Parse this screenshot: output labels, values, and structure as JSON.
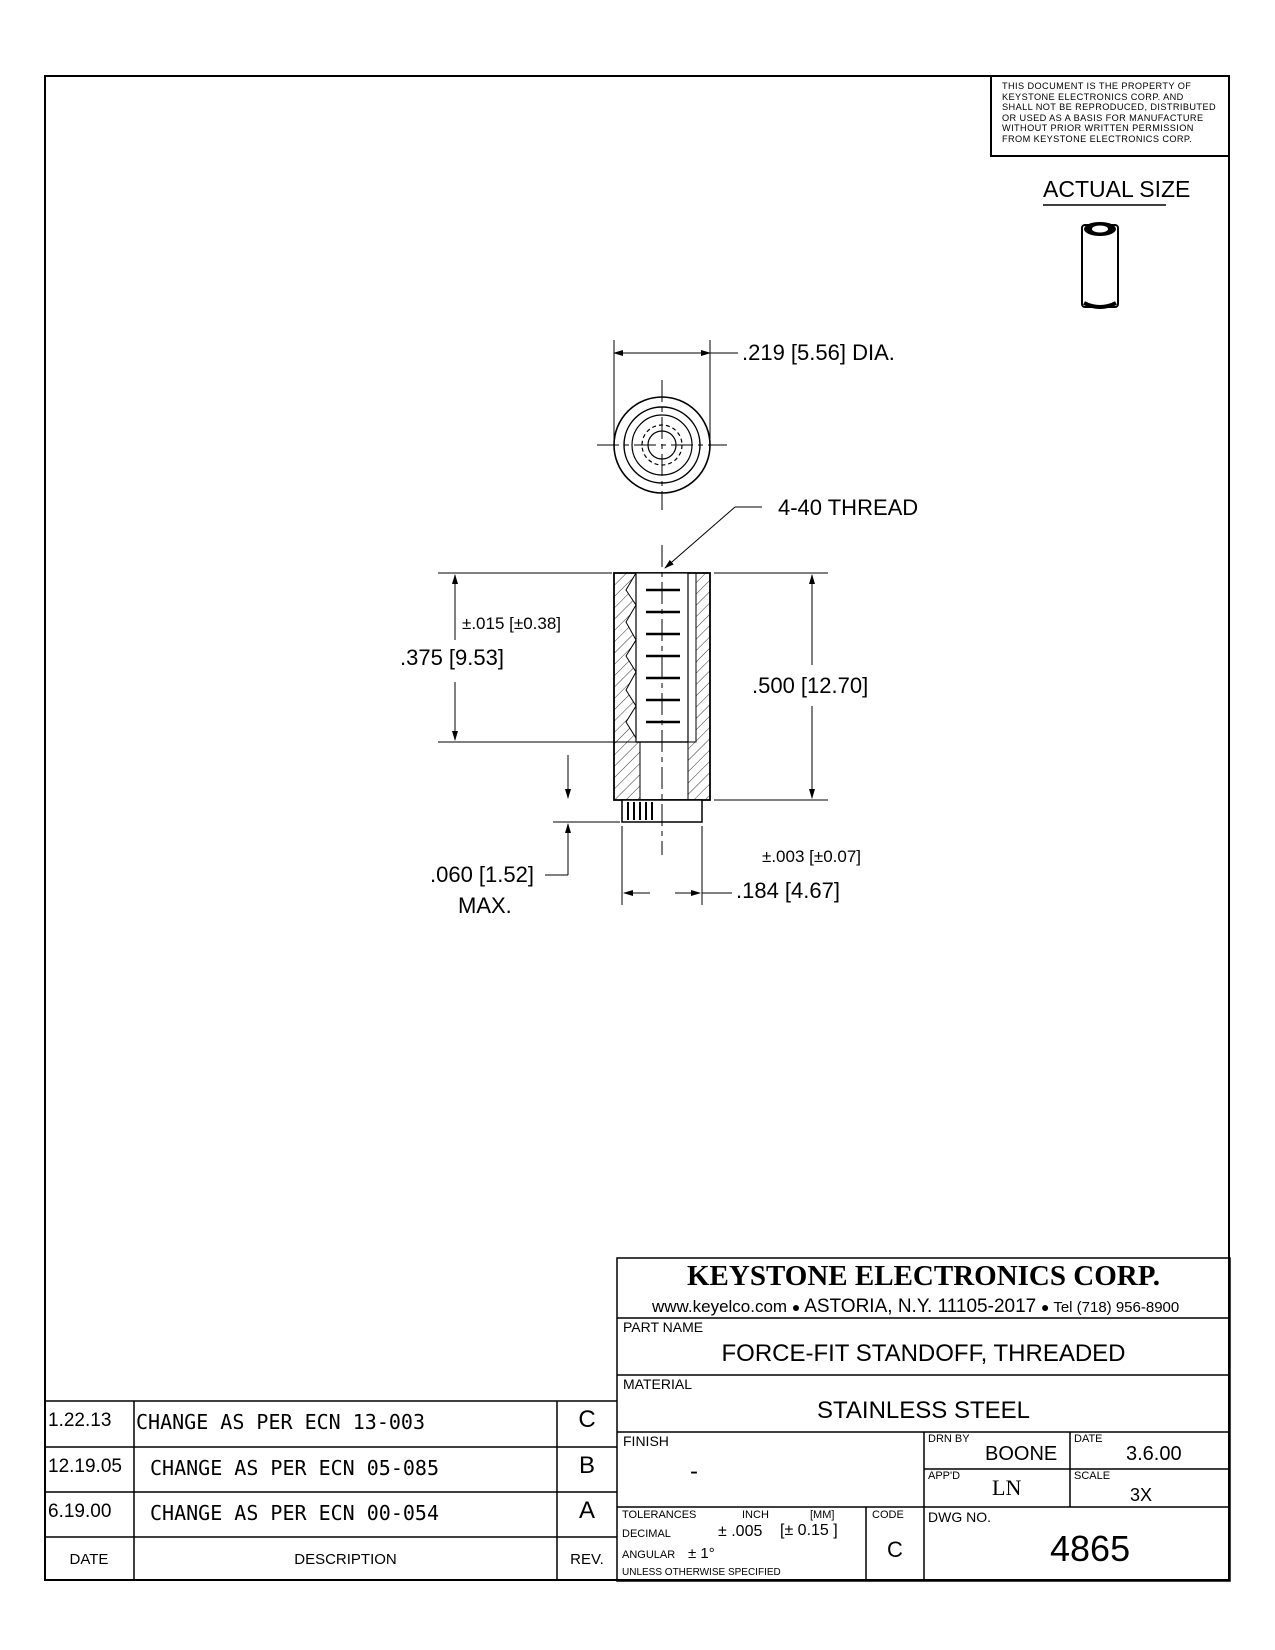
{
  "notice": "THIS DOCUMENT IS THE PROPERTY OF\nKEYSTONE ELECTRONICS CORP. AND\nSHALL NOT BE REPRODUCED, DISTRIBUTED\nOR USED AS A BASIS FOR MANUFACTURE\nWITHOUT PRIOR WRITTEN PERMISSION\nFROM KEYSTONE ELECTRONICS CORP.",
  "actual_size": "ACTUAL SIZE",
  "dimensions": {
    "diameter": ".219 [5.56] DIA.",
    "thread": "4-40 THREAD",
    "tol_015": "±.015 [±0.38]",
    "len_375": ".375 [9.53]",
    "len_500": ".500 [12.70]",
    "tol_003": "±.003 [±0.07]",
    "len_060": ".060 [1.52]",
    "max": "MAX.",
    "dia_184": ".184 [4.67]"
  },
  "title_block": {
    "company": "KEYSTONE ELECTRONICS CORP.",
    "contact_web": "www.keyelco.com",
    "contact_addr": "ASTORIA, N.Y. 11105-2017",
    "contact_tel": "Tel (718) 956-8900",
    "part_name_label": "PART NAME",
    "part_name": "FORCE-FIT STANDOFF, THREADED",
    "material_label": "MATERIAL",
    "material": "STAINLESS STEEL",
    "finish_label": "FINISH",
    "finish": "-",
    "drn_by_label": "DRN BY",
    "drn_by": "BOONE",
    "date_label": "DATE",
    "date": "3.6.00",
    "appd_label": "APP'D",
    "appd": "LN",
    "scale_label": "SCALE",
    "scale": "3X",
    "tolerances_label": "TOLERANCES",
    "inch_label": "INCH",
    "mm_label": "[MM]",
    "code_label": "CODE",
    "decimal_label": "DECIMAL",
    "decimal_inch": "± .005",
    "decimal_mm": "[± 0.15 ]",
    "angular_label": "ANGULAR",
    "angular": "± 1°",
    "unless": "UNLESS OTHERWISE SPECIFIED",
    "code": "C",
    "dwg_no_label": "DWG NO.",
    "dwg_no": "4865"
  },
  "revisions": {
    "rows": [
      {
        "date": "1.22.13",
        "description": "CHANGE AS PER ECN 13-003",
        "rev": "C"
      },
      {
        "date": "12.19.05",
        "description": "CHANGE AS PER ECN 05-085",
        "rev": "B"
      },
      {
        "date": "6.19.00",
        "description": "CHANGE AS PER ECN 00-054",
        "rev": "A"
      }
    ],
    "header": {
      "date": "DATE",
      "description": "DESCRIPTION",
      "rev": "REV."
    }
  }
}
